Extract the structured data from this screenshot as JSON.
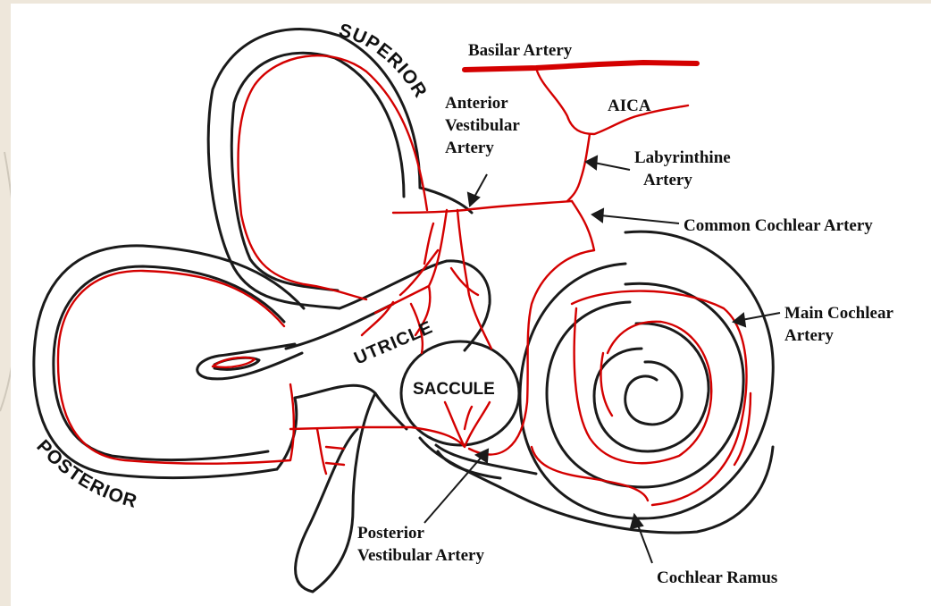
{
  "colors": {
    "background": "#eee7db",
    "panel": "#ffffff",
    "outline": "#1a1a1a",
    "artery": "#d40000",
    "text": "#111111"
  },
  "structures": {
    "superior": "SUPERIOR",
    "posterior": "POSTERIOR",
    "utricle": "UTRICLE",
    "saccule": "SACCULE"
  },
  "labels": {
    "basilar_artery": "Basilar Artery",
    "aica": "AICA",
    "anterior_vestibular": [
      "Anterior",
      "Vestibular",
      "Artery"
    ],
    "labyrinthine": [
      "Labyrinthine",
      "Artery"
    ],
    "common_cochlear": "Common Cochlear Artery",
    "main_cochlear": [
      "Main Cochlear",
      "Artery"
    ],
    "posterior_vestibular": [
      "Posterior",
      "Vestibular Artery"
    ],
    "cochlear_ramus": "Cochlear Ramus"
  }
}
